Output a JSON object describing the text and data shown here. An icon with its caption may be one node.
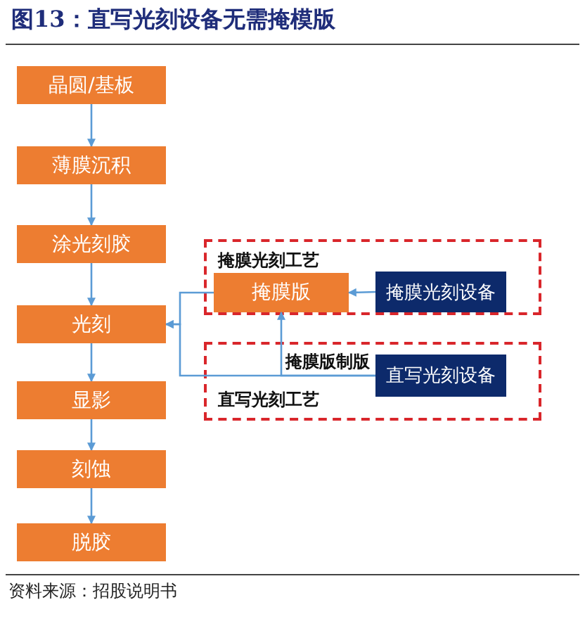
{
  "diagram": {
    "title": "图13：直写光刻设备无需掩模版",
    "caption": "资料来源：招股说明书",
    "nodes": [
      {
        "text": [
          "晶圆/基板"
        ]
      },
      {
        "text": [
          "薄膜沉积"
        ]
      },
      {
        "text": [
          "涂光刻胶"
        ]
      },
      {
        "text": [
          "光刻"
        ]
      },
      {
        "text": [
          "显影"
        ]
      },
      {
        "text": [
          "刻蚀"
        ]
      },
      {
        "text": [
          "脱胶"
        ]
      },
      {
        "text": [
          "掩膜光刻工艺"
        ]
      },
      {
        "text": [
          "掩膜版"
        ],
        "in": 7
      },
      {
        "text": [
          "掩膜光刻设备"
        ],
        "in": 7
      },
      {
        "text": [
          "直写光刻工艺"
        ]
      },
      {
        "text": [
          "直写光刻设备"
        ],
        "in": 10
      }
    ],
    "edges": [
      {
        "from": 0,
        "to": 1,
        "arrow": "to"
      },
      {
        "from": 1,
        "to": 2,
        "arrow": "to"
      },
      {
        "from": 2,
        "to": 3,
        "arrow": "to"
      },
      {
        "from": 3,
        "to": 4,
        "arrow": "to"
      },
      {
        "from": 4,
        "to": 5,
        "arrow": "to"
      },
      {
        "from": 5,
        "to": 6,
        "arrow": "to"
      },
      {
        "from": 9,
        "to": 8,
        "arrow": "to"
      },
      {
        "from": 11,
        "to": 8,
        "arrow": "to",
        "label": "掩膜版制版"
      },
      {
        "from": 8,
        "to": 3,
        "arrow": "to"
      },
      {
        "from": 11,
        "to": 3,
        "arrow": "to"
      }
    ]
  }
}
